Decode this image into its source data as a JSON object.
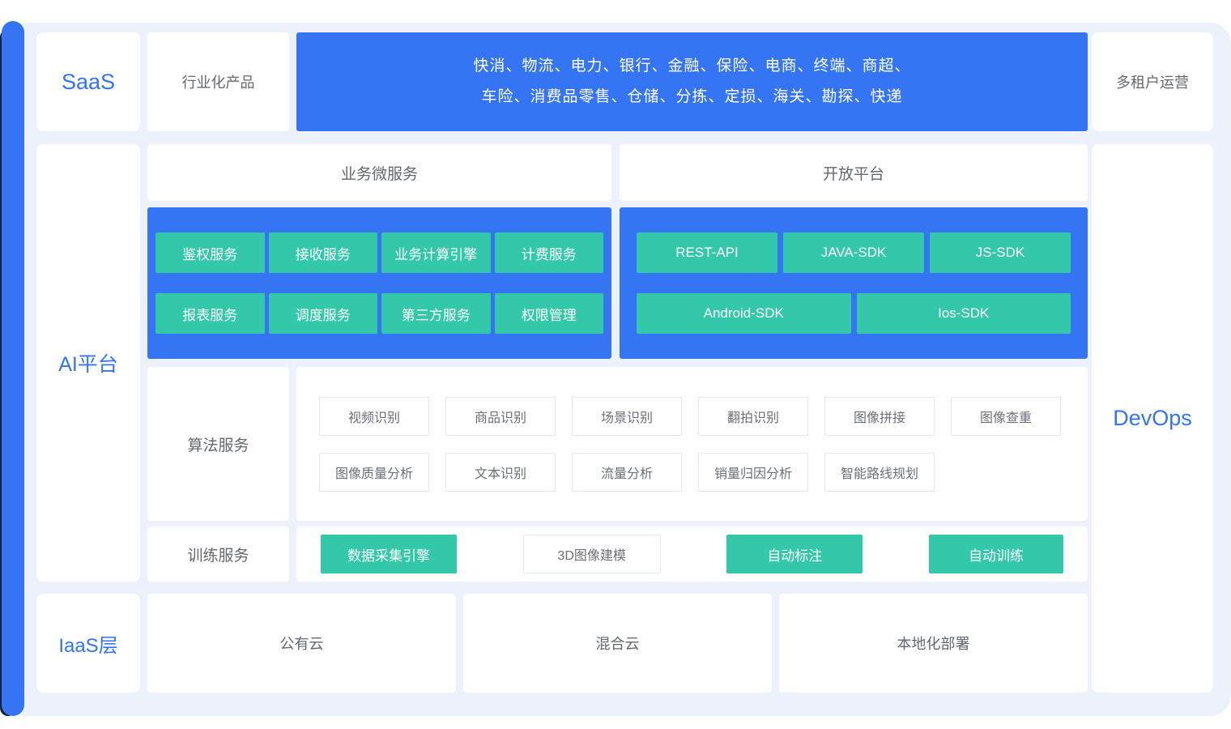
{
  "colors": {
    "accent_blue": "#3574f2",
    "accent_dark": "#16233d",
    "panel_background": "#edf1fb",
    "teal": "#34c8aa",
    "blue_text": "#3374f5",
    "gray_text": "#63676f"
  },
  "saas": {
    "label": "SaaS",
    "industry_category": "行业化产品",
    "industries_line1": "快消、物流、电力、银行、金融、保险、电商、终端、商超、",
    "industries_line2": "车险、消费品零售、仓储、分拣、定损、海关、勘探、快递",
    "multi_tenant": "多租户运营"
  },
  "ai": {
    "label": "AI平台",
    "microservices": {
      "title": "业务微服务",
      "chips": [
        "鉴权服务",
        "接收服务",
        "业务计算引擎",
        "计费服务",
        "报表服务",
        "调度服务",
        "第三方服务",
        "权限管理"
      ]
    },
    "open_platform": {
      "title": "开放平台",
      "row1": [
        "REST-API",
        "JAVA-SDK",
        "JS-SDK"
      ],
      "row2": [
        "Android-SDK",
        "Ios-SDK"
      ]
    },
    "algorithm": {
      "title": "算法服务",
      "row1": [
        "视频识别",
        "商品识别",
        "场景识别",
        "翻拍识别",
        "图像拼接",
        "图像查重"
      ],
      "row2": [
        "图像质量分析",
        "文本识别",
        "流量分析",
        "销量归因分析",
        "智能路线规划"
      ]
    },
    "training": {
      "title": "训练服务",
      "items": [
        "数据采集引擎",
        "3D图像建模",
        "自动标注",
        "自动训练"
      ]
    }
  },
  "iaas": {
    "label": "IaaS层",
    "items": [
      "公有云",
      "混合云",
      "本地化部署"
    ]
  },
  "devops": {
    "label": "DevOps"
  }
}
